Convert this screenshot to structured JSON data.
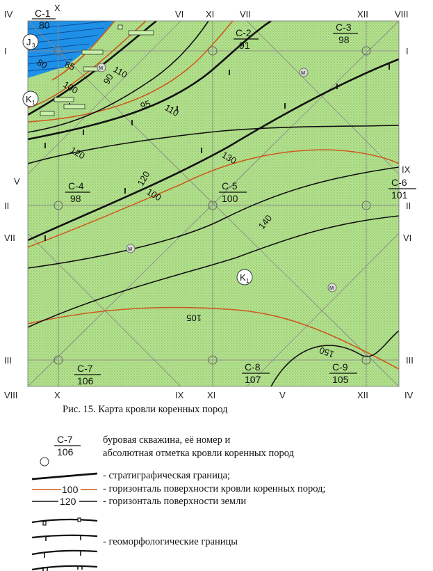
{
  "map": {
    "caption": "Рис. 15. Карта кровли коренных пород",
    "colors": {
      "field": "#b5e38f",
      "dots": "#7fb25d",
      "water": "#1e90e8",
      "stratigraphic": "#111111",
      "bedrock_contour": "#cc5a1e",
      "grid": "#8a8a8a"
    },
    "grid_labels": {
      "i_left": "I",
      "i_right": "I",
      "ii_left": "II",
      "ii_right": "II",
      "iii_left": "III",
      "iii_right": "III",
      "iv_top": "IV",
      "iv_bottom": "IV",
      "v_left": "V",
      "v_bottom": "V",
      "vi_top": "VI",
      "vi_right": "VI",
      "vii_top": "VII",
      "vii_left": "VII",
      "viii_top": "VIII",
      "viii_bottom": "VIII",
      "ix_right": "IX",
      "ix_bottom": "IX",
      "x_top": "X",
      "x_bottom": "X",
      "xi_top": "XI",
      "xi_bottom": "XI",
      "xii_top": "XII",
      "xii_bottom": "XII"
    },
    "wells": [
      {
        "id": "С-1",
        "value": "80"
      },
      {
        "id": "С-2",
        "value": "91"
      },
      {
        "id": "С-3",
        "value": "98"
      },
      {
        "id": "С-4",
        "value": "98"
      },
      {
        "id": "С-5",
        "value": "100"
      },
      {
        "id": "С-6",
        "value": "101"
      },
      {
        "id": "С-7",
        "value": "106"
      },
      {
        "id": "С-8",
        "value": "107"
      },
      {
        "id": "С-9",
        "value": "105"
      }
    ],
    "contour_labels": {
      "c80": "80",
      "c85": "85",
      "c90": "90",
      "c95": "95",
      "c100a": "100",
      "c100b": "100",
      "c105": "105",
      "c110a": "110",
      "c110b": "110",
      "c120a": "120",
      "c120b": "120",
      "c130": "130",
      "c140": "140",
      "c150": "150"
    },
    "age_symbols": {
      "j3_main": "J",
      "j3_sub": "3",
      "k1a_main": "K",
      "k1a_sub": "1",
      "k1b_main": "K",
      "k1b_sub": "1"
    },
    "moraine_marker": "м"
  },
  "legend": {
    "well_id": "С-7",
    "well_value": "106",
    "well_desc_line1": "буровая скважина, её номер и",
    "well_desc_line2": "абсолютная отметка кровли коренных пород",
    "stratigraphic": "- стратиграфическая граница;",
    "bedrock_value": "100",
    "bedrock": "- горизонталь поверхности кровли коренных пород;",
    "surface_value": "120",
    "surface": "- горизонталь поверхности земли",
    "geomorph": "- геоморфологические границы"
  }
}
